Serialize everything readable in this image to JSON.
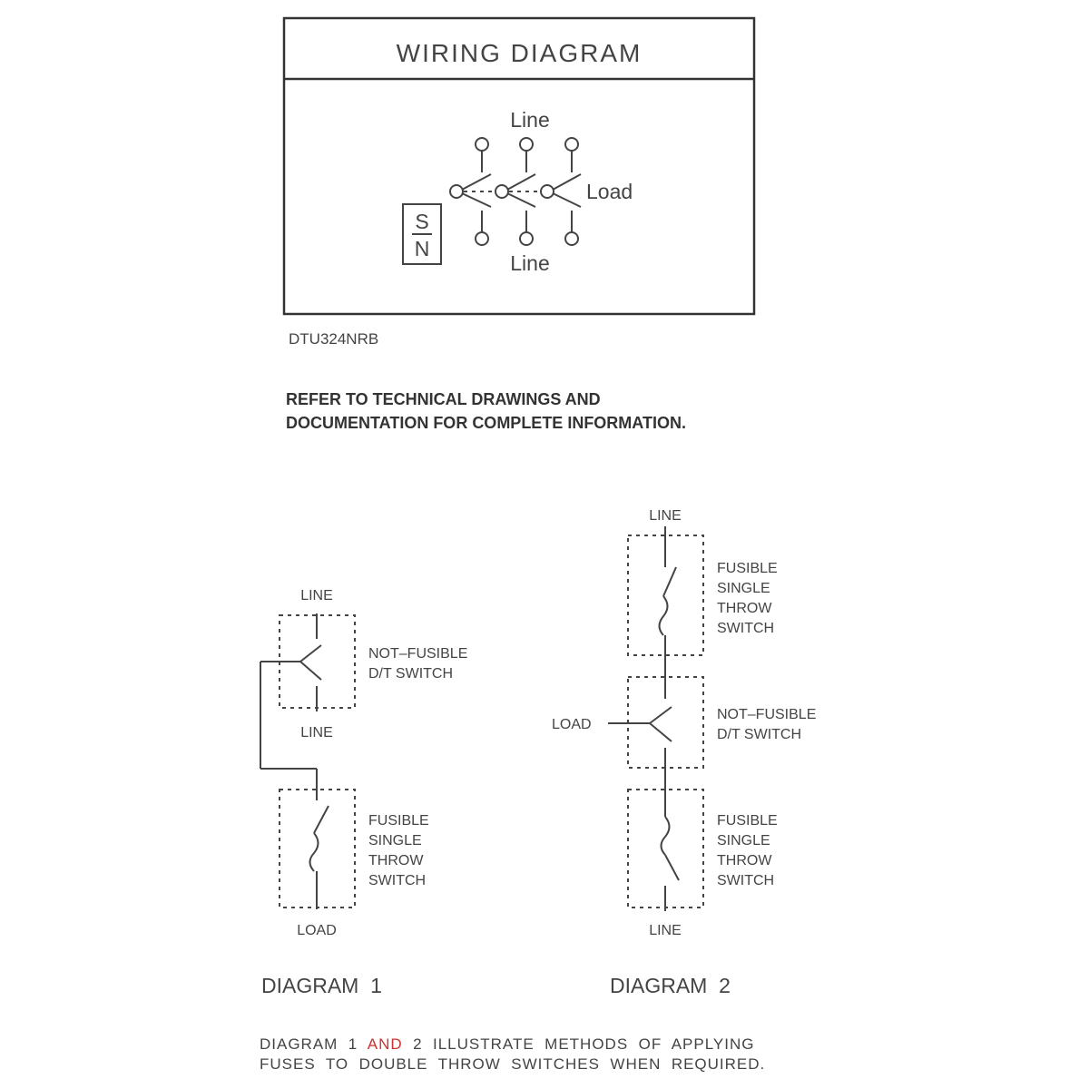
{
  "wiring_box": {
    "title": "WIRING DIAGRAM",
    "line_top": "Line",
    "line_bottom": "Line",
    "load": "Load",
    "sn_top": "S",
    "sn_bottom": "N"
  },
  "part_number": "DTU324NRB",
  "note": {
    "line1": "REFER TO TECHNICAL DRAWINGS AND",
    "line2": "DOCUMENTATION FOR COMPLETE INFORMATION."
  },
  "diagram1": {
    "label": "DIAGRAM  1",
    "line_top": "LINE",
    "line_mid": "LINE",
    "load": "LOAD",
    "nf_switch": [
      "NOT–FUSIBLE",
      "D/T  SWITCH"
    ],
    "fusible_switch": [
      "FUSIBLE",
      "SINGLE",
      "THROW",
      "SWITCH"
    ]
  },
  "diagram2": {
    "label": "DIAGRAM  2",
    "line_top": "LINE",
    "line_bottom": "LINE",
    "load": "LOAD",
    "fusible_top": [
      "FUSIBLE",
      "SINGLE",
      "THROW",
      "SWITCH"
    ],
    "nf_switch": [
      "NOT–FUSIBLE",
      "D/T  SWITCH"
    ],
    "fusible_bottom": [
      "FUSIBLE",
      "SINGLE",
      "THROW",
      "SWITCH"
    ]
  },
  "footer": {
    "line1_a": "DIAGRAM  1  ",
    "line1_and": "AND",
    "line1_b": "  2  ILLUSTRATE  METHODS  OF  APPLYING",
    "line2": "FUSES  TO  DOUBLE  THROW  SWITCHES  WHEN  REQUIRED."
  }
}
